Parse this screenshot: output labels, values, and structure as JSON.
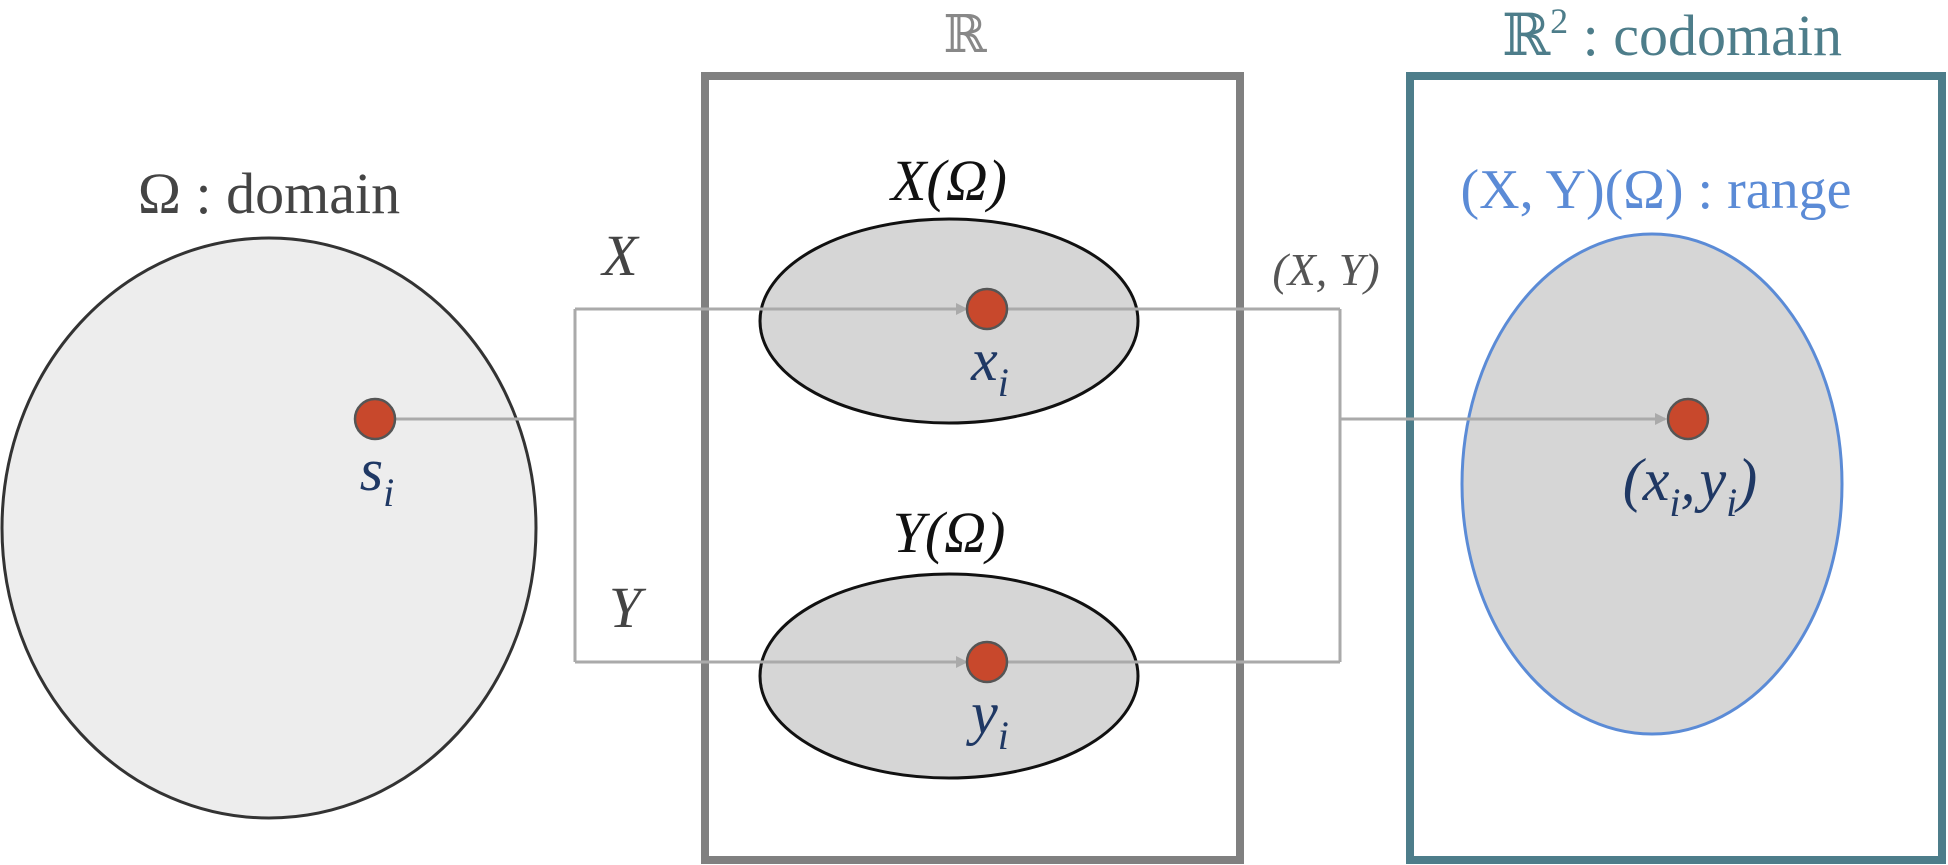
{
  "title_real_line": "ℝ",
  "title_codomain": {
    "prefix": "ℝ",
    "superscript": "2",
    "suffix": " : codomain"
  },
  "domain_label": "Ω : domain",
  "map_x_label": "X",
  "map_y_label": "Y",
  "map_xy_label": "(X, Y)",
  "image_x_label": "X(Ω)",
  "image_y_label": "Y(Ω)",
  "range_label": "(X, Y)(Ω) : range",
  "point_s": {
    "base": "s",
    "sub": "i"
  },
  "point_x": {
    "base": "x",
    "sub": "i"
  },
  "point_y": {
    "base": "y",
    "sub": "i"
  },
  "point_xy": {
    "open": "(",
    "x": "x",
    "xsub": "i",
    "sep": ",",
    "y": "y",
    "ysub": "i",
    "close": ")"
  },
  "colors": {
    "point_fill": "#c8482c",
    "point_stroke": "#555555",
    "domain_fill": "#ededed",
    "image_fill": "#d6d6d6",
    "real_box_stroke": "#808080",
    "codomain_box_stroke": "#4d7d8a",
    "range_stroke": "#5b8bd6",
    "range_text": "#5b8bd6",
    "connector": "#aaaaaa",
    "point_label": "#1f3864",
    "dark_text": "#333333"
  }
}
